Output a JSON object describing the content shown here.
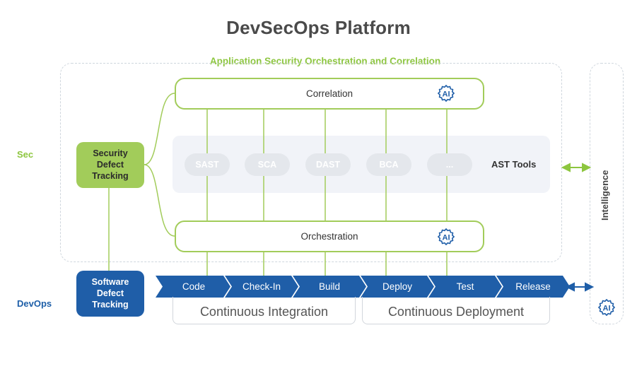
{
  "title": "DevSecOps Platform",
  "subtitle": "Application Security Orchestration and Correlation",
  "labels": {
    "sec": "Sec",
    "devops": "DevOps",
    "intelligence": "Intelligence",
    "ast_tools": "AST Tools"
  },
  "boxes": {
    "correlation": "Correlation",
    "orchestration": "Orchestration",
    "security_tracking": [
      "Security",
      "Defect",
      "Tracking"
    ],
    "software_tracking": [
      "Software",
      "Defect",
      "Tracking"
    ]
  },
  "ai_label": "AI",
  "tools": [
    "SAST",
    "SCA",
    "DAST",
    "BCA",
    "..."
  ],
  "pipeline": [
    "Code",
    "Check-In",
    "Build",
    "Deploy",
    "Test",
    "Release"
  ],
  "phases": [
    "Continuous Integration",
    "Continuous Deployment"
  ],
  "colors": {
    "green": "#8dc63f",
    "green_box": "#a2cc5a",
    "blue": "#1f5ea8",
    "gray": "#4a4a4a"
  }
}
